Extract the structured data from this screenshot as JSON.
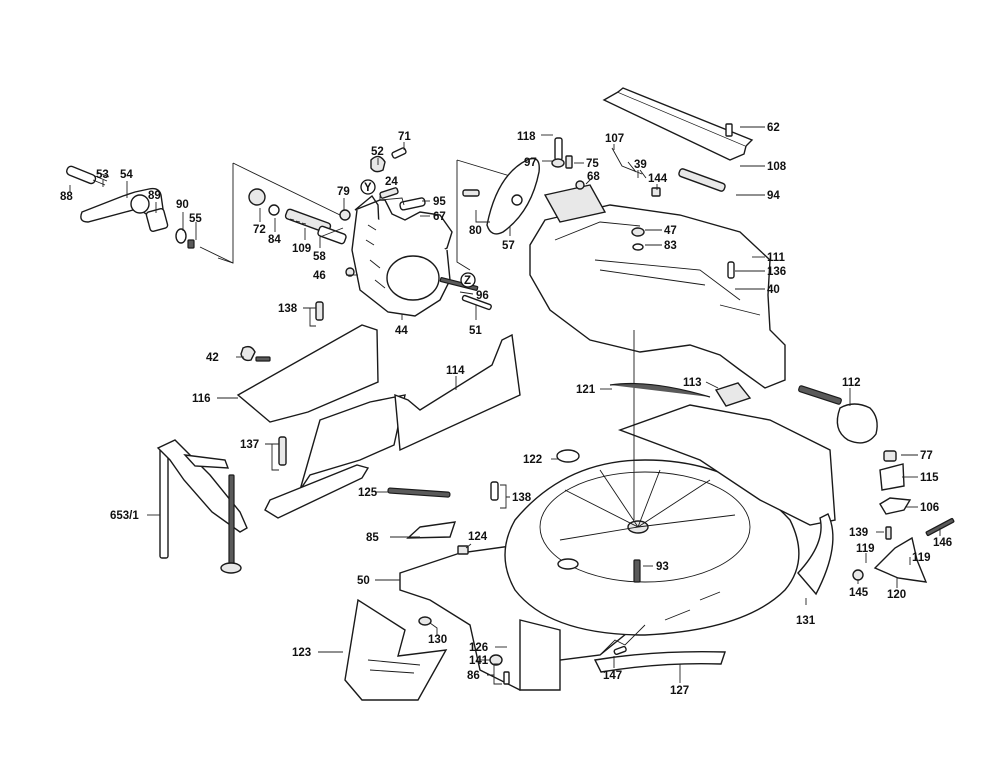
{
  "diagram": {
    "type": "exploded-parts-diagram",
    "subject": "miter saw assembly",
    "reference_markers": [
      "Y",
      "Z"
    ],
    "callouts": [
      {
        "id": "88",
        "label": "88"
      },
      {
        "id": "53",
        "label": "53"
      },
      {
        "id": "54",
        "label": "54"
      },
      {
        "id": "89",
        "label": "89"
      },
      {
        "id": "90",
        "label": "90"
      },
      {
        "id": "55",
        "label": "55"
      },
      {
        "id": "72",
        "label": "72"
      },
      {
        "id": "84",
        "label": "84"
      },
      {
        "id": "109",
        "label": "109"
      },
      {
        "id": "58",
        "label": "58"
      },
      {
        "id": "46",
        "label": "46"
      },
      {
        "id": "79",
        "label": "79"
      },
      {
        "id": "52",
        "label": "52"
      },
      {
        "id": "71",
        "label": "71"
      },
      {
        "id": "24",
        "label": "24"
      },
      {
        "id": "95",
        "label": "95"
      },
      {
        "id": "67",
        "label": "67"
      },
      {
        "id": "96",
        "label": "96"
      },
      {
        "id": "44",
        "label": "44"
      },
      {
        "id": "51",
        "label": "51"
      },
      {
        "id": "80",
        "label": "80"
      },
      {
        "id": "57",
        "label": "57"
      },
      {
        "id": "118",
        "label": "118"
      },
      {
        "id": "97",
        "label": "97"
      },
      {
        "id": "75",
        "label": "75"
      },
      {
        "id": "68",
        "label": "68"
      },
      {
        "id": "107",
        "label": "107"
      },
      {
        "id": "39",
        "label": "39"
      },
      {
        "id": "144",
        "label": "144"
      },
      {
        "id": "62",
        "label": "62"
      },
      {
        "id": "108",
        "label": "108"
      },
      {
        "id": "94",
        "label": "94"
      },
      {
        "id": "47",
        "label": "47"
      },
      {
        "id": "83",
        "label": "83"
      },
      {
        "id": "111",
        "label": "111"
      },
      {
        "id": "136",
        "label": "136"
      },
      {
        "id": "40",
        "label": "40"
      },
      {
        "id": "138a",
        "label": "138"
      },
      {
        "id": "42",
        "label": "42"
      },
      {
        "id": "116",
        "label": "116"
      },
      {
        "id": "114",
        "label": "114"
      },
      {
        "id": "121",
        "label": "121"
      },
      {
        "id": "113",
        "label": "113"
      },
      {
        "id": "112",
        "label": "112"
      },
      {
        "id": "137",
        "label": "137"
      },
      {
        "id": "122",
        "label": "122"
      },
      {
        "id": "77",
        "label": "77"
      },
      {
        "id": "115",
        "label": "115"
      },
      {
        "id": "653/1",
        "label": "653/1"
      },
      {
        "id": "125",
        "label": "125"
      },
      {
        "id": "138b",
        "label": "138"
      },
      {
        "id": "106",
        "label": "106"
      },
      {
        "id": "85",
        "label": "85"
      },
      {
        "id": "124",
        "label": "124"
      },
      {
        "id": "139",
        "label": "139"
      },
      {
        "id": "146",
        "label": "146"
      },
      {
        "id": "119a",
        "label": "119"
      },
      {
        "id": "119b",
        "label": "119"
      },
      {
        "id": "93",
        "label": "93"
      },
      {
        "id": "50",
        "label": "50"
      },
      {
        "id": "145",
        "label": "145"
      },
      {
        "id": "120",
        "label": "120"
      },
      {
        "id": "131",
        "label": "131"
      },
      {
        "id": "123",
        "label": "123"
      },
      {
        "id": "130",
        "label": "130"
      },
      {
        "id": "126",
        "label": "126"
      },
      {
        "id": "141",
        "label": "141"
      },
      {
        "id": "86",
        "label": "86"
      },
      {
        "id": "147",
        "label": "147"
      },
      {
        "id": "127",
        "label": "127"
      }
    ]
  }
}
